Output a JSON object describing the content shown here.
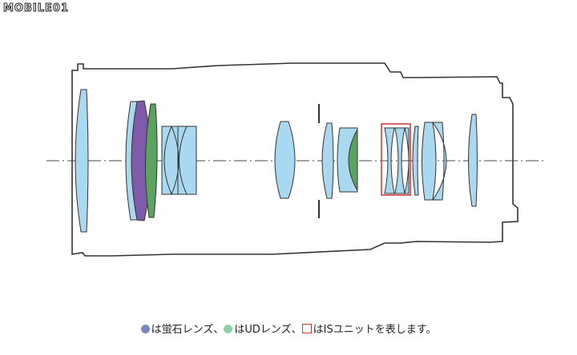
{
  "watermark": {
    "text": "MOBILE01"
  },
  "legend": {
    "fluorite_color": "#7f86c4",
    "ud_color": "#8fd1a8",
    "is_color": "#d03030",
    "items": [
      {
        "id": "fluorite",
        "text": "は蛍石レンズ、"
      },
      {
        "id": "ud",
        "text": "はUDレンズ、"
      },
      {
        "id": "is",
        "text": "はISユニットを表します。"
      }
    ]
  },
  "colors": {
    "standard_lens": "#a9d8f0",
    "fluorite_lens": "#7e5aa8",
    "ud_lens": "#5ba35f",
    "outline": "#333333",
    "is_frame": "#d03030"
  }
}
